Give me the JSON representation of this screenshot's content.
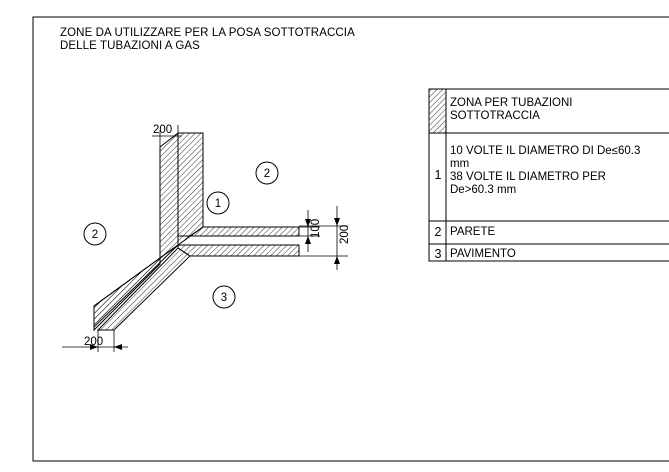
{
  "title": {
    "line1": "ZONE DA UTILIZZARE PER LA POSA SOTTOTRACCIA",
    "line2": "DELLE TUBAZIONI A GAS"
  },
  "drawing": {
    "callouts": [
      "1",
      "2",
      "2",
      "3"
    ],
    "dimensions": {
      "top_width": "200",
      "bottom_width": "200",
      "horizontal_small": "100",
      "horizontal_large": "200"
    }
  },
  "legend": {
    "header": {
      "line1": "ZONA PER TUBAZIONI",
      "line2": "SOTTOTRACCIA"
    },
    "rows": [
      {
        "index": "1",
        "lines": [
          "10 VOLTE IL DIAMETRO DI De≤60.3",
          "mm",
          "38 VOLTE IL DIAMETRO PER",
          "De>60.3 mm"
        ]
      },
      {
        "index": "2",
        "lines": [
          "PARETE"
        ]
      },
      {
        "index": "3",
        "lines": [
          "PAVIMENTO"
        ]
      }
    ]
  }
}
